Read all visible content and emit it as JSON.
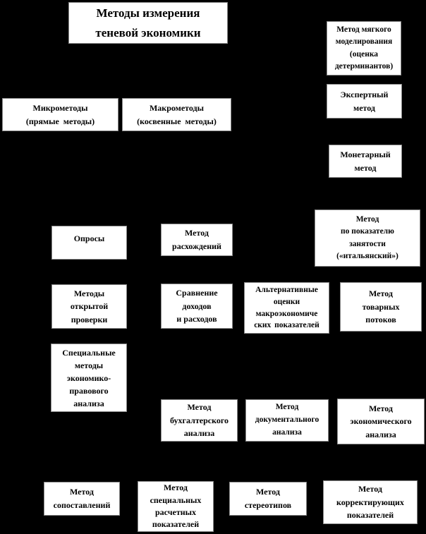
{
  "diagram": {
    "type": "flowchart",
    "background_color": "#000000",
    "box_fill_color": "#ffffff",
    "box_text_color": "#000000"
  },
  "boxes": {
    "title": {
      "label": "Методы измерения\nтеневой экономики"
    },
    "soft_modeling": {
      "label": "Метод мягкого\nмоделирования\n(оценка\nдетерминантов)"
    },
    "expert": {
      "label": "Экспертный\nметод"
    },
    "micro": {
      "label": "Микрометоды\n(прямые методы)"
    },
    "macro": {
      "label": "Макрометоды\n(косвенные методы)"
    },
    "monetary": {
      "label": "Монетарный\nметод"
    },
    "employment": {
      "label": "Метод\nпо показателю\nзанятости\n(«итальянский»)"
    },
    "surveys": {
      "label": "Опросы"
    },
    "discrepancy": {
      "label": "Метод\nрасхождений"
    },
    "open_check": {
      "label": "Методы\nоткрытой\nпроверки"
    },
    "income_expense": {
      "label": "Сравнение\nдоходов\nи расходов"
    },
    "alternative_estimates": {
      "label": "Альтернативные\nоценки\nмакроэкономиче\nских показателей"
    },
    "commodity_flows": {
      "label": "Метод\nтоварных\nпотоков"
    },
    "special_legal": {
      "label": "Специальные\nметоды\nэкономико-\nправового\nанализа"
    },
    "accounting_analysis": {
      "label": "Метод\nбухгалтерского\nанализа"
    },
    "documentary_analysis": {
      "label": "Метод\nдокументального\nанализа"
    },
    "economic_analysis": {
      "label": "Метод\nэкономического\nанализа"
    },
    "comparison": {
      "label": "Метод\nсопоставлений"
    },
    "special_calculated": {
      "label": "Метод\nспециальных\nрасчетных\nпоказателей"
    },
    "stereotypes": {
      "label": "Метод\nстереотипов"
    },
    "correcting": {
      "label": "Метод\nкорректирующих\nпоказателей"
    }
  }
}
